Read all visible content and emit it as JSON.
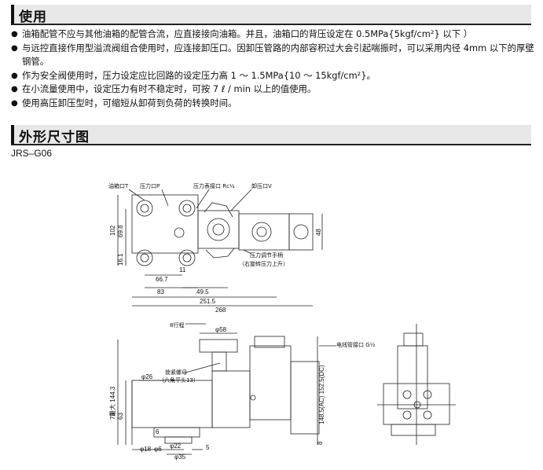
{
  "usage": {
    "title": "使用",
    "items": [
      "油箱配管不应与其他油箱的配管合流，应直接接向油箱。并且，油箱口的背压设定在 0.5MPa{5kgf/cm²} 以下 ）",
      "与远控直接作用型溢流阀组合使用时，应连接卸压口。因卸压管路的内部容积过大会引起喘振时，可以采用内径 4mm 以下的厚壁钢管。",
      "作为安全阀使用时，压力设定应比回路的设定压力高 1 ～ 1.5MPa{10 ～ 15kgf/cm²}。",
      "在小流量使用中，设定压力有时不稳定时，可按 7 ℓ / min 以上的值使用。",
      "使用高压卸压型时，可缩短从卸荷到负荷的转换时间。"
    ]
  },
  "dimensions_section": {
    "title": "外形尺寸图",
    "model": "JRS–G06"
  },
  "drawing": {
    "labels": {
      "tank_port": "油箱口T",
      "pressure_port": "压力口P",
      "gauge_port": "压力表接口 Rc¼",
      "vent_port": "卸压口V",
      "handle": "压力调节手柄",
      "handle_note": "（右旋转压力上升）",
      "lock_nut": "锁紧螺母",
      "lock_nut_note": "（六角平头13）",
      "stroke": "8行程",
      "conduit": "电线管接口 G½",
      "max": "最大 144.3",
      "solenoid_height": "148.5(AC) 152.5(DC)"
    },
    "dims_top": [
      "102",
      "69.8",
      "16.1",
      "11",
      "66.7",
      "83",
      "49.5",
      "251.5",
      "268",
      "48"
    ],
    "dims_bottom": [
      "φ58",
      "φ26",
      "73",
      "63",
      "6",
      "φ18",
      "φ6",
      "φ22",
      "φ35",
      "5",
      "8"
    ]
  }
}
